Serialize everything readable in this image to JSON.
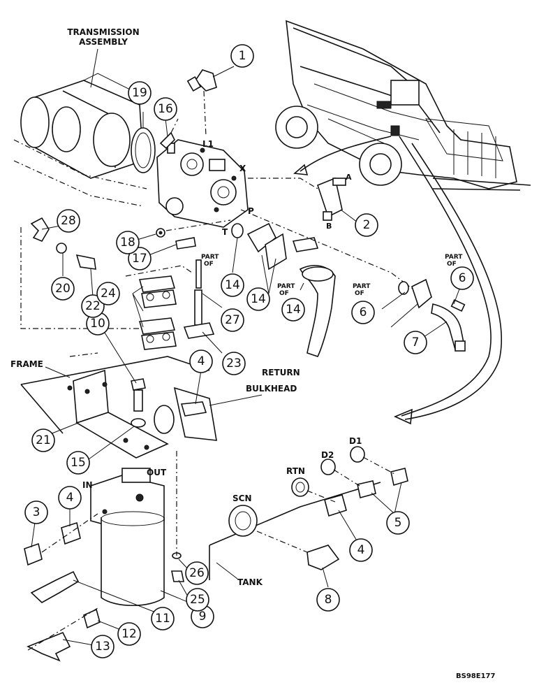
{
  "labels": {
    "transmission_1": "TRANSMISSION",
    "transmission_2": "ASSEMBLY",
    "frame": "FRAME",
    "return_1": "RETURN",
    "return_2": "BULKHEAD",
    "tank": "TANK",
    "in": "IN",
    "out": "OUT",
    "scn": "SCN",
    "rtn": "RTN",
    "d1": "D1",
    "d2": "D2",
    "port_l1": "L1",
    "port_x": "X",
    "port_p": "P",
    "port_t": "T",
    "port_a": "A",
    "port_b": "B",
    "part_of": "PART",
    "of": "OF",
    "figure_id": "BS98E177"
  },
  "callouts": [
    "1",
    "2",
    "3",
    "4",
    "4",
    "4",
    "5",
    "6",
    "6",
    "7",
    "8",
    "9",
    "10",
    "11",
    "12",
    "13",
    "14",
    "14",
    "14",
    "15",
    "16",
    "17",
    "18",
    "19",
    "20",
    "21",
    "22",
    "23",
    "24",
    "25",
    "26",
    "27",
    "28"
  ]
}
